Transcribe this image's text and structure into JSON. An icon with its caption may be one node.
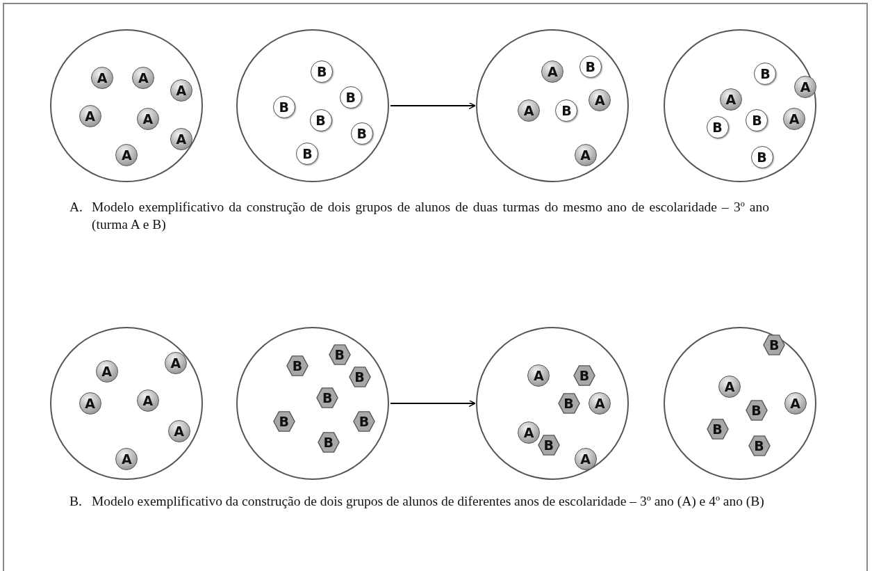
{
  "diagram": {
    "nodes": [
      {
        "text": [],
        "shape": "circle"
      },
      {
        "text": [
          "A"
        ],
        "in": 0
      },
      {
        "text": [
          "A"
        ],
        "in": 0
      },
      {
        "text": [
          "A"
        ],
        "in": 0
      },
      {
        "text": [
          "A"
        ],
        "in": 0
      },
      {
        "text": [
          "A"
        ],
        "in": 0
      },
      {
        "text": [
          "A"
        ],
        "in": 0
      },
      {
        "text": [
          "A"
        ],
        "in": 0
      },
      {
        "text": [],
        "shape": "circle"
      },
      {
        "text": [
          "B"
        ],
        "in": 8
      },
      {
        "text": [
          "B"
        ],
        "in": 8
      },
      {
        "text": [
          "B"
        ],
        "in": 8
      },
      {
        "text": [
          "B"
        ],
        "in": 8
      },
      {
        "text": [
          "B"
        ],
        "in": 8
      },
      {
        "text": [
          "B"
        ],
        "in": 8
      },
      {
        "text": [],
        "shape": "circle"
      },
      {
        "text": [
          "A"
        ],
        "in": 15
      },
      {
        "text": [
          "B"
        ],
        "in": 15
      },
      {
        "text": [
          "A"
        ],
        "in": 15
      },
      {
        "text": [
          "A"
        ],
        "in": 15
      },
      {
        "text": [
          "B"
        ],
        "in": 15
      },
      {
        "text": [
          "A"
        ],
        "in": 15
      },
      {
        "text": [],
        "shape": "circle"
      },
      {
        "text": [
          "B"
        ],
        "in": 22
      },
      {
        "text": [
          "A"
        ],
        "in": 22
      },
      {
        "text": [
          "A"
        ],
        "in": 22
      },
      {
        "text": [
          "B"
        ],
        "in": 22
      },
      {
        "text": [
          "A"
        ],
        "in": 22
      },
      {
        "text": [
          "B"
        ],
        "in": 22
      },
      {
        "text": [
          "B"
        ],
        "in": 22
      },
      {
        "text": [],
        "shape": "circle"
      },
      {
        "text": [
          "A"
        ],
        "in": 30
      },
      {
        "text": [
          "A"
        ],
        "in": 30
      },
      {
        "text": [
          "A"
        ],
        "in": 30
      },
      {
        "text": [
          "A"
        ],
        "in": 30
      },
      {
        "text": [
          "A"
        ],
        "in": 30
      },
      {
        "text": [
          "A"
        ],
        "in": 30
      },
      {
        "text": [],
        "shape": "circle"
      },
      {
        "text": [
          "B"
        ],
        "in": 37
      },
      {
        "text": [
          "B"
        ],
        "in": 37
      },
      {
        "text": [
          "B"
        ],
        "in": 37
      },
      {
        "text": [
          "B"
        ],
        "in": 37
      },
      {
        "text": [
          "B"
        ],
        "in": 37
      },
      {
        "text": [
          "B"
        ],
        "in": 37
      },
      {
        "text": [
          "B"
        ],
        "in": 37
      },
      {
        "text": [],
        "shape": "circle"
      },
      {
        "text": [
          "A"
        ],
        "in": 45
      },
      {
        "text": [
          "B"
        ],
        "in": 45
      },
      {
        "text": [
          "A"
        ],
        "in": 45
      },
      {
        "text": [
          "A"
        ],
        "in": 45
      },
      {
        "text": [
          "B"
        ],
        "in": 45
      },
      {
        "text": [
          "B"
        ],
        "in": 45
      },
      {
        "text": [
          "A"
        ],
        "in": 45
      },
      {
        "text": [],
        "shape": "circle"
      },
      {
        "text": [
          "B"
        ],
        "in": 53
      },
      {
        "text": [
          "A"
        ],
        "in": 53
      },
      {
        "text": [
          "B"
        ],
        "in": 53
      },
      {
        "text": [
          "A"
        ],
        "in": 53
      },
      {
        "text": [
          "B"
        ],
        "in": 53
      },
      {
        "text": [
          "B"
        ],
        "in": 53
      }
    ],
    "edges": [
      {
        "from": 8,
        "to": 15,
        "arrow": "to"
      },
      {
        "from": 37,
        "to": 45,
        "arrow": "to"
      }
    ],
    "labels": [
      "A.",
      "Modelo exemplificativo da construção de dois grupos de alunos de duas turmas do mesmo ano de escolaridade – 3º ano (turma A e B)",
      "B.",
      "Modelo exemplificativo da construção de dois grupos de alunos de diferentes anos de escolaridade – 3º ano (A) e 4º ano (B)"
    ]
  }
}
